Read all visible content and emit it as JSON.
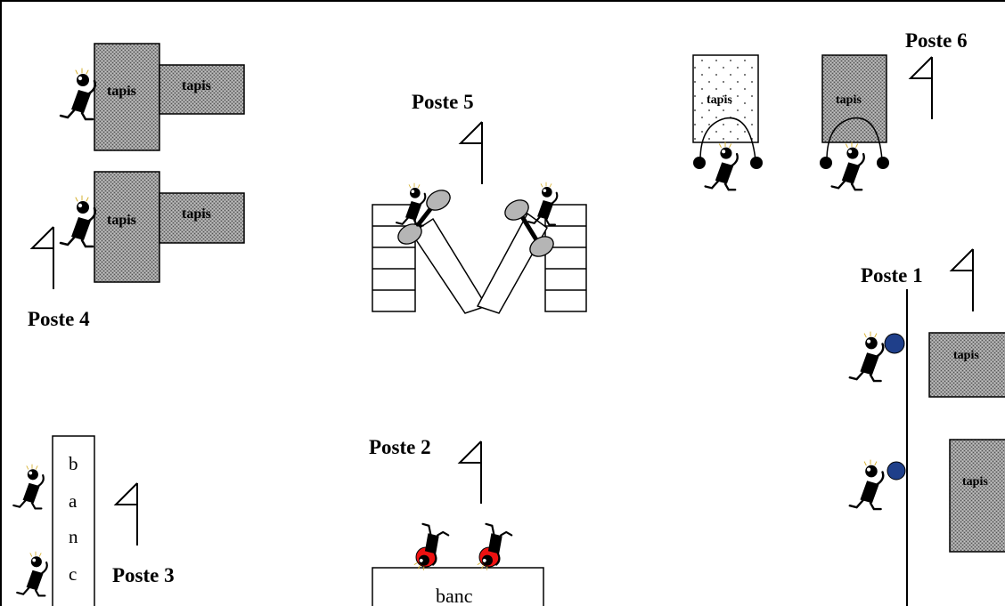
{
  "postes": {
    "p1": "Poste 1",
    "p2": "Poste 2",
    "p3": "Poste 3",
    "p4": "Poste 4",
    "p5": "Poste 5",
    "p6": "Poste 6"
  },
  "tapis_label": "tapis",
  "banc_label": "banc",
  "banc_vertical_letters": [
    "b",
    "a",
    "n",
    "c"
  ],
  "colors": {
    "ball_blue": "#1f3f8a",
    "ball_red": "#ee1111",
    "disc_grey": "#b5b5b5",
    "mat_dark": "#8a8a8a"
  },
  "icons": [
    "flag-icon",
    "person-icon",
    "ball-icon",
    "dumbbell-icon"
  ]
}
